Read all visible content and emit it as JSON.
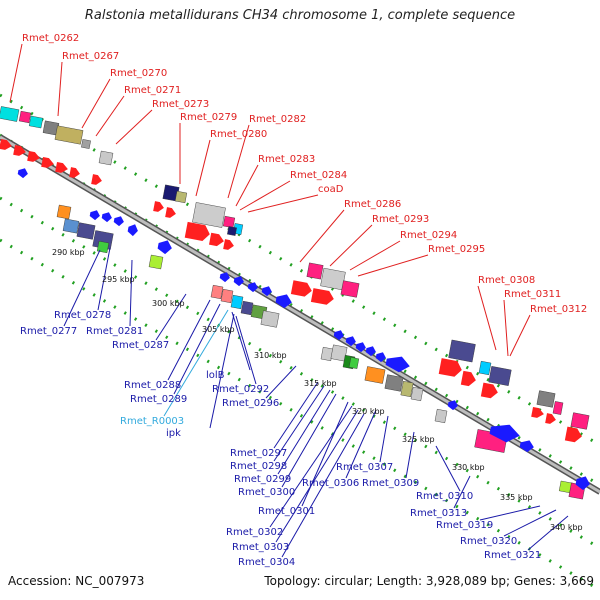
{
  "title": "Ralstonia metallidurans CH34 chromosome 1, complete sequence",
  "footer": {
    "accession": "Accession: NC_007973",
    "summary": "Topology: circular; Length: 3,928,089 bp; Genes: 3,669"
  },
  "scale_labels": [
    "290 kbp",
    "295 kbp",
    "300 kbp",
    "305 kbp",
    "310 kbp",
    "315 kbp",
    "320 kbp",
    "325 kbp",
    "330 kbp",
    "335 kbp",
    "340 kbp"
  ],
  "top_labels": [
    "Rmet_0262",
    "Rmet_0267",
    "Rmet_0270",
    "Rmet_0271",
    "Rmet_0273",
    "Rmet_0279",
    "Rmet_0280",
    "Rmet_0282",
    "Rmet_0283",
    "Rmet_0284",
    "coaD",
    "Rmet_0286",
    "Rmet_0293",
    "Rmet_0294",
    "Rmet_0295",
    "Rmet_0308",
    "Rmet_0311",
    "Rmet_0312"
  ],
  "bottom_labels": [
    "Rmet_0278",
    "Rmet_0277",
    "Rmet_0281",
    "Rmet_0287",
    "Rmet_0288",
    "Rmet_0289",
    "Rmet_0292",
    "lolB",
    "Rmet_R0003",
    "ipk",
    "Rmet_0296",
    "Rmet_0297",
    "Rmet_0298",
    "Rmet_0299",
    "Rmet_0300",
    "Rmet_0301",
    "Rmet_0302",
    "Rmet_0303",
    "Rmet_0304",
    "Rmet_0306",
    "Rmet_0307",
    "Rmet_0309",
    "Rmet_0310",
    "Rmet_0313",
    "Rmet_0319",
    "Rmet_0320",
    "Rmet_0321"
  ],
  "colors": {
    "top_label": "#e02020",
    "bottom_label": "#1a1aa8",
    "rna_label": "#33aadd",
    "backbone": "#8a8a8a",
    "dotted_track": "#22a022"
  }
}
